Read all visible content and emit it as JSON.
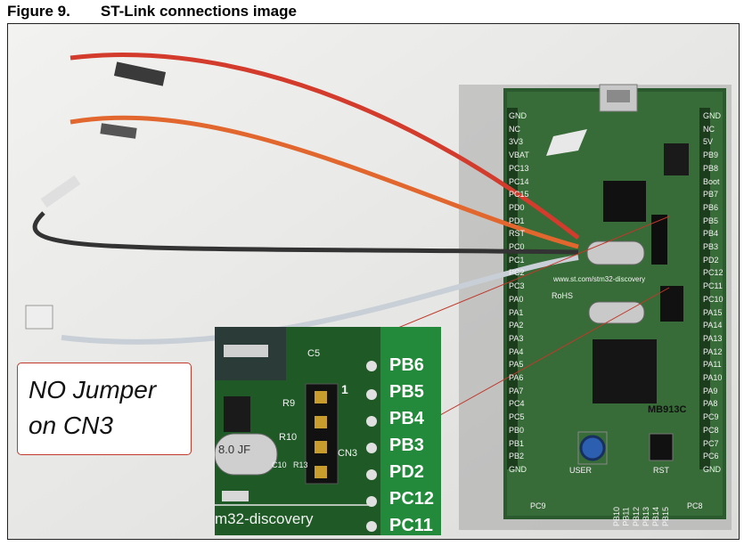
{
  "caption": {
    "number": "Figure 9.",
    "title": "ST-Link connections image"
  },
  "note": {
    "line1": "NO Jumper",
    "line2": "on CN3"
  },
  "inset": {
    "pins": [
      "PB6",
      "PB5",
      "PB4",
      "PB3",
      "PD2",
      "PC12",
      "PC11"
    ],
    "connector_label": "CN3",
    "pin_one": "1",
    "cap_c5": "C5",
    "res_r9": "R9",
    "res_r10": "R10",
    "cap_c10": "C10",
    "res_r13": "R13",
    "crystal_text": "8.0 JF",
    "board_text": "m32-discovery"
  },
  "board": {
    "left_header": [
      "GND",
      "NC",
      "3V3",
      "VBAT",
      "PC13",
      "PC14",
      "PC15",
      "PD0",
      "PD1",
      "RST",
      "PC0",
      "PC1",
      "PC2",
      "PC3",
      "PA0",
      "PA1",
      "PA2",
      "PA3",
      "PA4",
      "PA5",
      "PA6",
      "PA7",
      "PC4",
      "PC5",
      "PB0",
      "PB1",
      "PB2",
      "GND"
    ],
    "right_header": [
      "GND",
      "NC",
      "5V",
      "PB9",
      "PB8",
      "Boot",
      "PB7",
      "PB6",
      "PB5",
      "PB4",
      "PB3",
      "PD2",
      "PC12",
      "PC11",
      "PC10",
      "PA15",
      "PA14",
      "PA13",
      "PA12",
      "PA11",
      "PA10",
      "PA9",
      "PA8",
      "PC9",
      "PC8",
      "PC7",
      "PC6",
      "GND"
    ],
    "bottom_header": [
      "PC9",
      "PB10",
      "PB11",
      "PB12",
      "PB13",
      "PB14",
      "PB15",
      "PC8"
    ],
    "url": "www.st.com/stm32-discovery",
    "model": "MB913C",
    "user_button": "USER",
    "reset_button": "RST",
    "rohs": "RoHS"
  }
}
